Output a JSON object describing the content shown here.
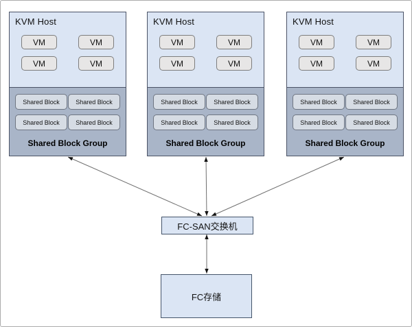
{
  "hosts": [
    {
      "title": "KVM Host",
      "vms": [
        "VM",
        "VM",
        "VM",
        "VM"
      ],
      "shared_blocks": [
        "Shared Block",
        "Shared Block",
        "Shared Block",
        "Shared Block"
      ],
      "group_label": "Shared Block Group"
    },
    {
      "title": "KVM Host",
      "vms": [
        "VM",
        "VM",
        "VM",
        "VM"
      ],
      "shared_blocks": [
        "Shared Block",
        "Shared Block",
        "Shared Block",
        "Shared Block"
      ],
      "group_label": "Shared Block Group"
    },
    {
      "title": "KVM Host",
      "vms": [
        "VM",
        "VM",
        "VM",
        "VM"
      ],
      "shared_blocks": [
        "Shared Block",
        "Shared Block",
        "Shared Block",
        "Shared Block"
      ],
      "group_label": "Shared Block Group"
    }
  ],
  "switch": {
    "label": "FC-SAN交换机"
  },
  "storage": {
    "label": "FC存储"
  },
  "colors": {
    "host_top_fill": "#dbe5f4",
    "host_bottom_fill": "#a9b5c8",
    "vm_fill": "#e7e6e6",
    "shared_block_fill": "#d6dce4",
    "node_fill": "#dbe5f4",
    "dark_outline": "#4a5265",
    "node_outline": "#44546a",
    "arrow_line": "#6e6e6e"
  }
}
